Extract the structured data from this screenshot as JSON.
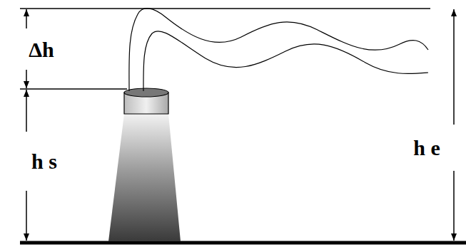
{
  "diagram": {
    "labels": [
      "Δh",
      "h s",
      "h e"
    ]
  }
}
